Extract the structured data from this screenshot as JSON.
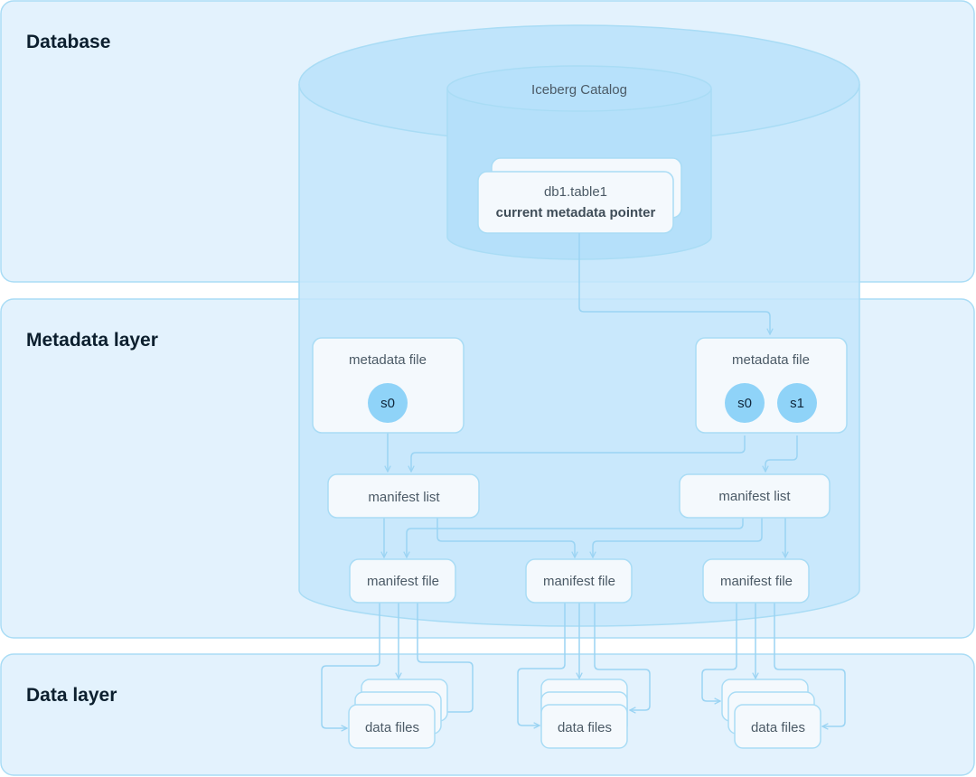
{
  "layers": {
    "database": "Database",
    "metadata": "Metadata layer",
    "data": "Data layer"
  },
  "catalog": {
    "title": "Iceberg Catalog",
    "table_name": "db1.table1",
    "pointer_label": "current metadata pointer"
  },
  "metadata_files": [
    {
      "label": "metadata file",
      "snapshots": [
        "s0"
      ]
    },
    {
      "label": "metadata file",
      "snapshots": [
        "s0",
        "s1"
      ]
    }
  ],
  "manifest_lists": [
    {
      "label": "manifest list"
    },
    {
      "label": "manifest list"
    }
  ],
  "manifest_files": [
    {
      "label": "manifest file"
    },
    {
      "label": "manifest file"
    },
    {
      "label": "manifest file"
    }
  ],
  "data_files": [
    {
      "label": "data files"
    },
    {
      "label": "data files"
    },
    {
      "label": "data files"
    }
  ],
  "colors": {
    "layer_fill": "#e3f2fd",
    "layer_stroke": "#a9dcf5",
    "cylinder_fill": "#c4e6fb",
    "node_fill": "#f4f9fd",
    "node_stroke": "#a9dcf5",
    "snapshot_fill": "#8fd3f8",
    "arrow": "#9bd4f3"
  }
}
